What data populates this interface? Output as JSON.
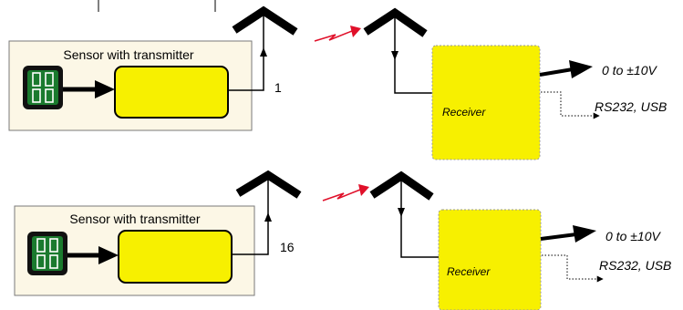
{
  "systems": [
    {
      "sensor_label": "Sensor with transmitter",
      "channel": "1",
      "receiver_label": "Receiver",
      "analog_output": "0 to ±10V",
      "digital_output": "RS232, USB"
    },
    {
      "sensor_label": "Sensor with transmitter",
      "channel": "16",
      "receiver_label": "Receiver",
      "analog_output": "0 to ±10V",
      "digital_output": "RS232, USB"
    }
  ],
  "colors": {
    "panel_fill": "#fcf7e6",
    "box_fill": "#f7f000",
    "sensor_fill": "#1a7a2e",
    "signal": "#e0102a"
  }
}
